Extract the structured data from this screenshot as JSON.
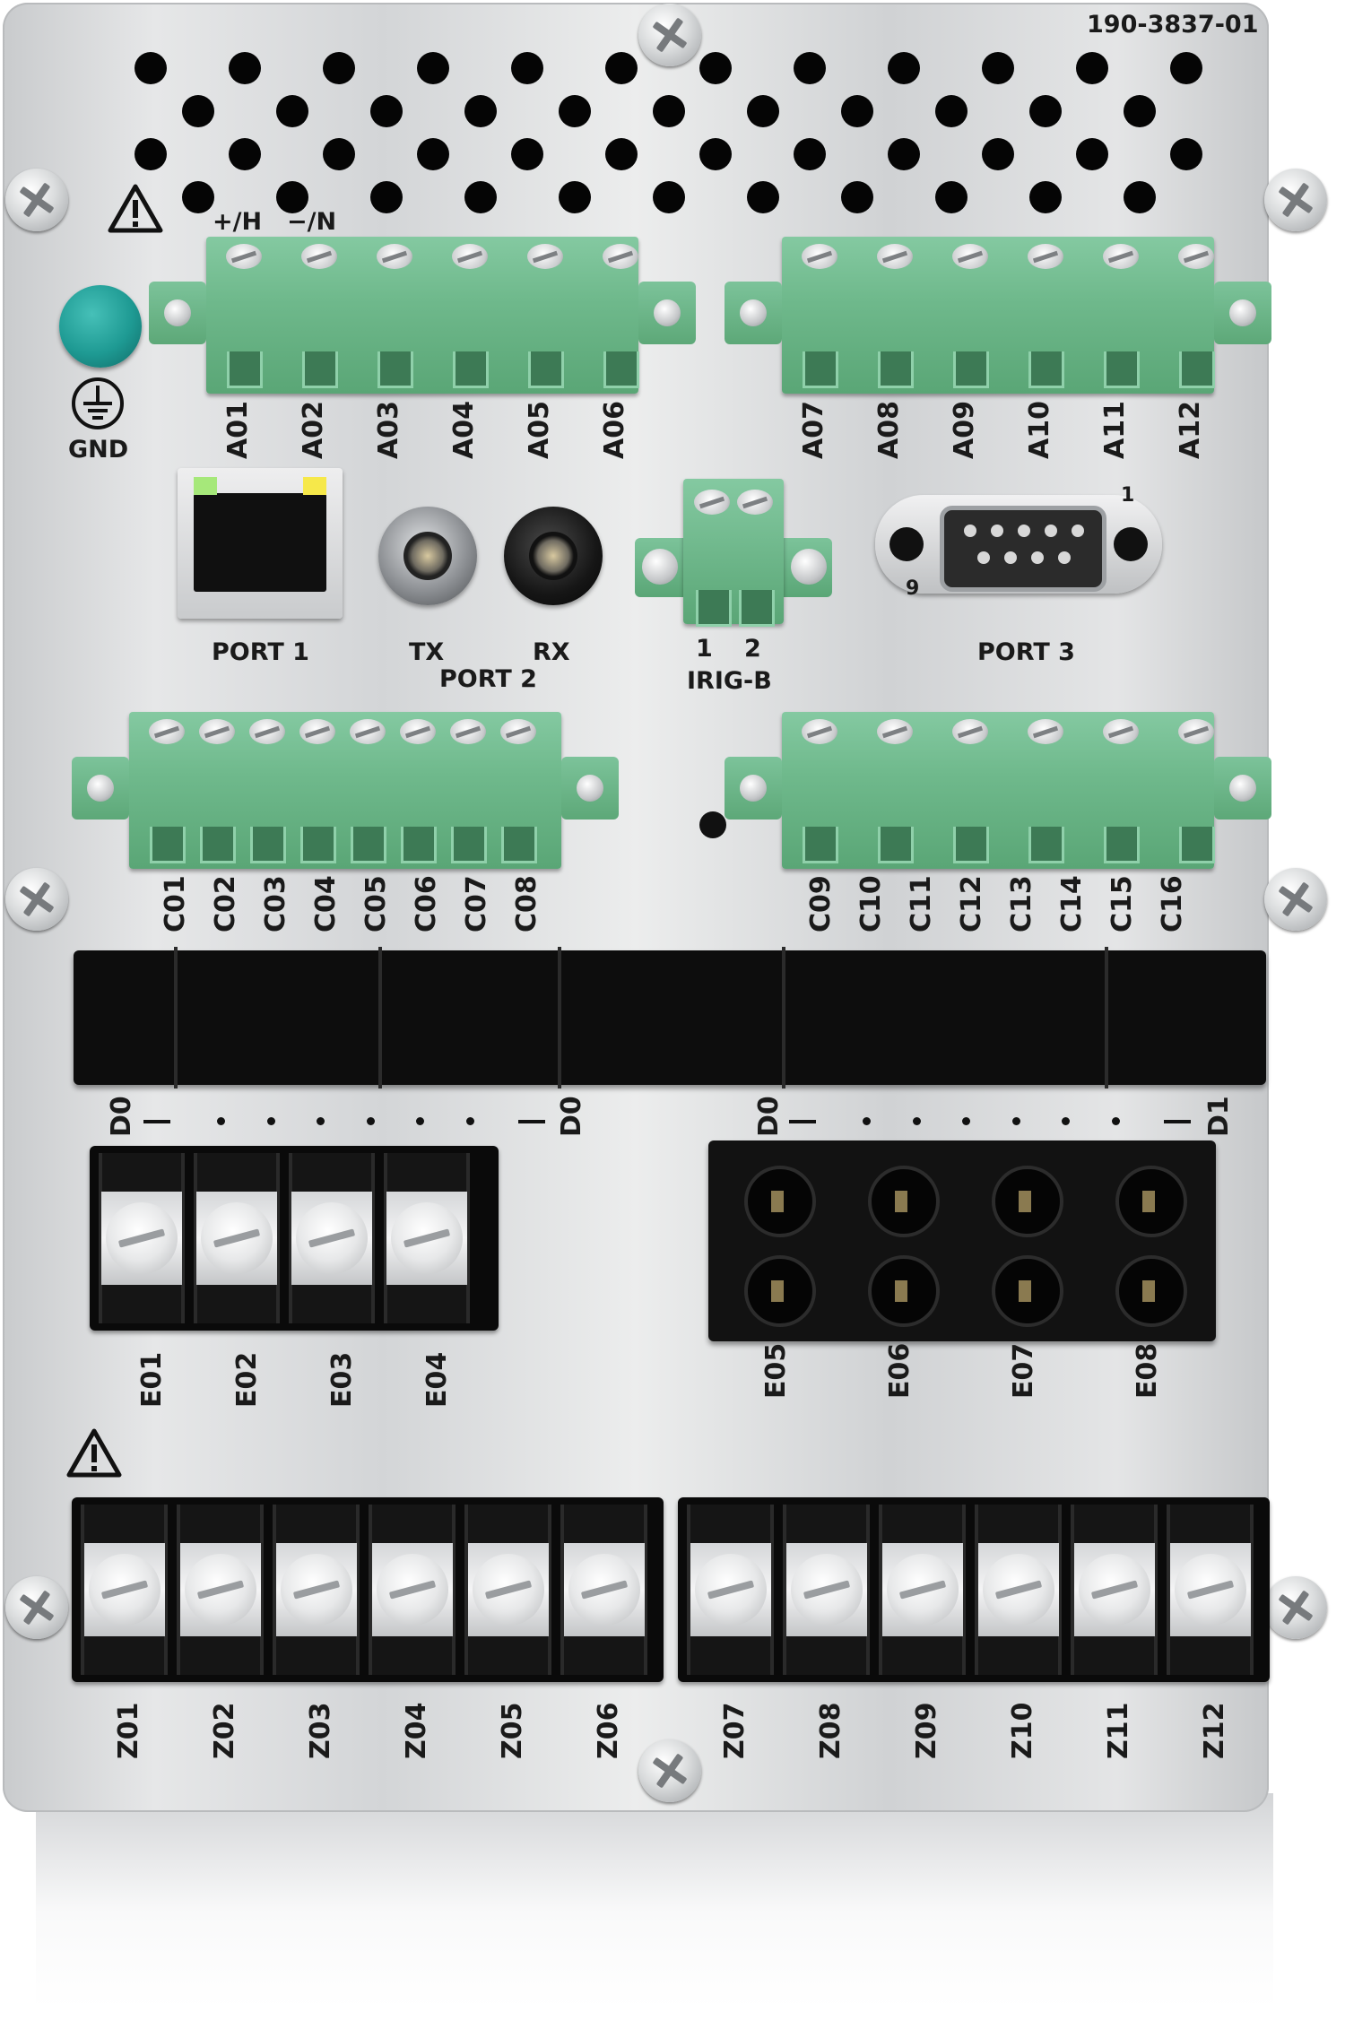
{
  "part_number": "190-3837-01",
  "gnd_label": "GND",
  "terminal_labels": {
    "a_upper_polarity": [
      "+/H",
      "−/N"
    ],
    "a": [
      "A01",
      "A02",
      "A03",
      "A04",
      "A05",
      "A06",
      "A07",
      "A08",
      "A09",
      "A10",
      "A11",
      "A12"
    ],
    "c": [
      "C01",
      "C02",
      "C03",
      "C04",
      "C05",
      "C06",
      "C07",
      "C08",
      "C09",
      "C10",
      "C11",
      "C12",
      "C13",
      "C14",
      "C15",
      "C16"
    ],
    "e": [
      "E01",
      "E02",
      "E03",
      "E04",
      "E05",
      "E06",
      "E07",
      "E08"
    ],
    "z": [
      "Z01",
      "Z02",
      "Z03",
      "Z04",
      "Z05",
      "Z06",
      "Z07",
      "Z08",
      "Z09",
      "Z10",
      "Z11",
      "Z12"
    ],
    "d_side": [
      "D0",
      "D0",
      "D0",
      "D1"
    ]
  },
  "ports": {
    "port1": "PORT 1",
    "port2": "PORT 2",
    "port2_tx": "TX",
    "port2_rx": "RX",
    "irig": "IRIG-B",
    "irig_pins": [
      "1",
      "2"
    ],
    "port3": "PORT 3",
    "port3_pins": [
      "1",
      "9"
    ]
  },
  "colors": {
    "terminal_green": "#6fb98c",
    "ground_teal": "#1e9a93",
    "led_green": "#a6e87a",
    "led_yellow": "#f6e84a"
  },
  "icons": [
    "warning-icon",
    "ground-icon",
    "screw-icon"
  ]
}
